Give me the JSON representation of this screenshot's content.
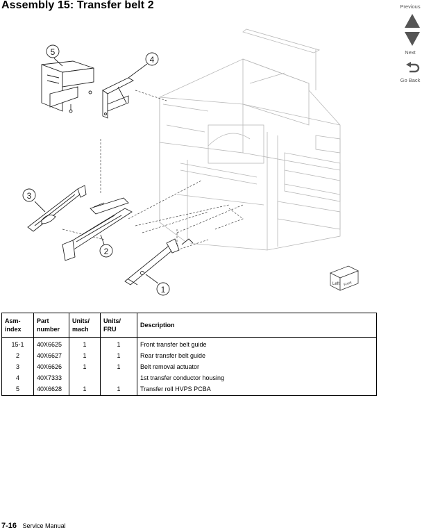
{
  "page": {
    "title": "Assembly 15:  Transfer belt 2"
  },
  "nav": {
    "previous_label": "Previous",
    "next_label": "Next",
    "back_label": "Go Back",
    "arrow_color": "#555555"
  },
  "diagram": {
    "callouts": [
      "1",
      "2",
      "3",
      "4",
      "5"
    ],
    "orientation_box": {
      "left": "Left",
      "front": "Front"
    }
  },
  "table": {
    "headers": {
      "asm_index": [
        "Asm-",
        "index"
      ],
      "part_number": [
        "Part",
        "number"
      ],
      "units_mach": [
        "Units/",
        "mach"
      ],
      "units_fru": [
        "Units/",
        "FRU"
      ],
      "description": [
        "Description"
      ]
    },
    "rows": [
      {
        "asm_index": "15-1",
        "part_number": "40X6625",
        "units_mach": "1",
        "units_fru": "1",
        "description": "Front transfer belt guide"
      },
      {
        "asm_index": "2",
        "part_number": "40X6627",
        "units_mach": "1",
        "units_fru": "1",
        "description": "Rear transfer belt guide"
      },
      {
        "asm_index": "3",
        "part_number": "40X6626",
        "units_mach": "1",
        "units_fru": "1",
        "description": "Belt removal actuator"
      },
      {
        "asm_index": "4",
        "part_number": "40X7333",
        "units_mach": "",
        "units_fru": "",
        "description": "1st transfer conductor housing"
      },
      {
        "asm_index": "5",
        "part_number": "40X6628",
        "units_mach": "1",
        "units_fru": "1",
        "description": "Transfer roll HVPS PCBA"
      }
    ]
  },
  "footer": {
    "page_number": "7-16",
    "manual_name": "Service Manual"
  }
}
